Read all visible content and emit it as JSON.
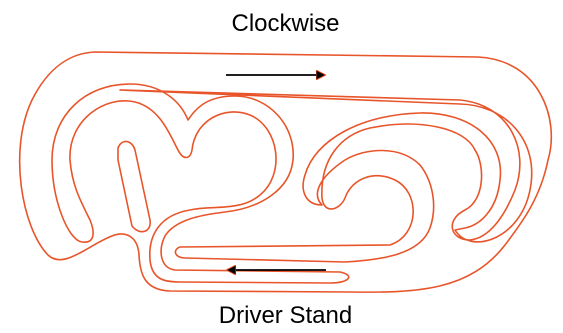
{
  "diagram": {
    "top_label": "Clockwise",
    "bottom_label": "Driver Stand",
    "track_color": "#e8552a",
    "arrow_color": "#000000",
    "arrows": [
      {
        "meaning": "direction-right"
      },
      {
        "meaning": "direction-left"
      }
    ]
  }
}
